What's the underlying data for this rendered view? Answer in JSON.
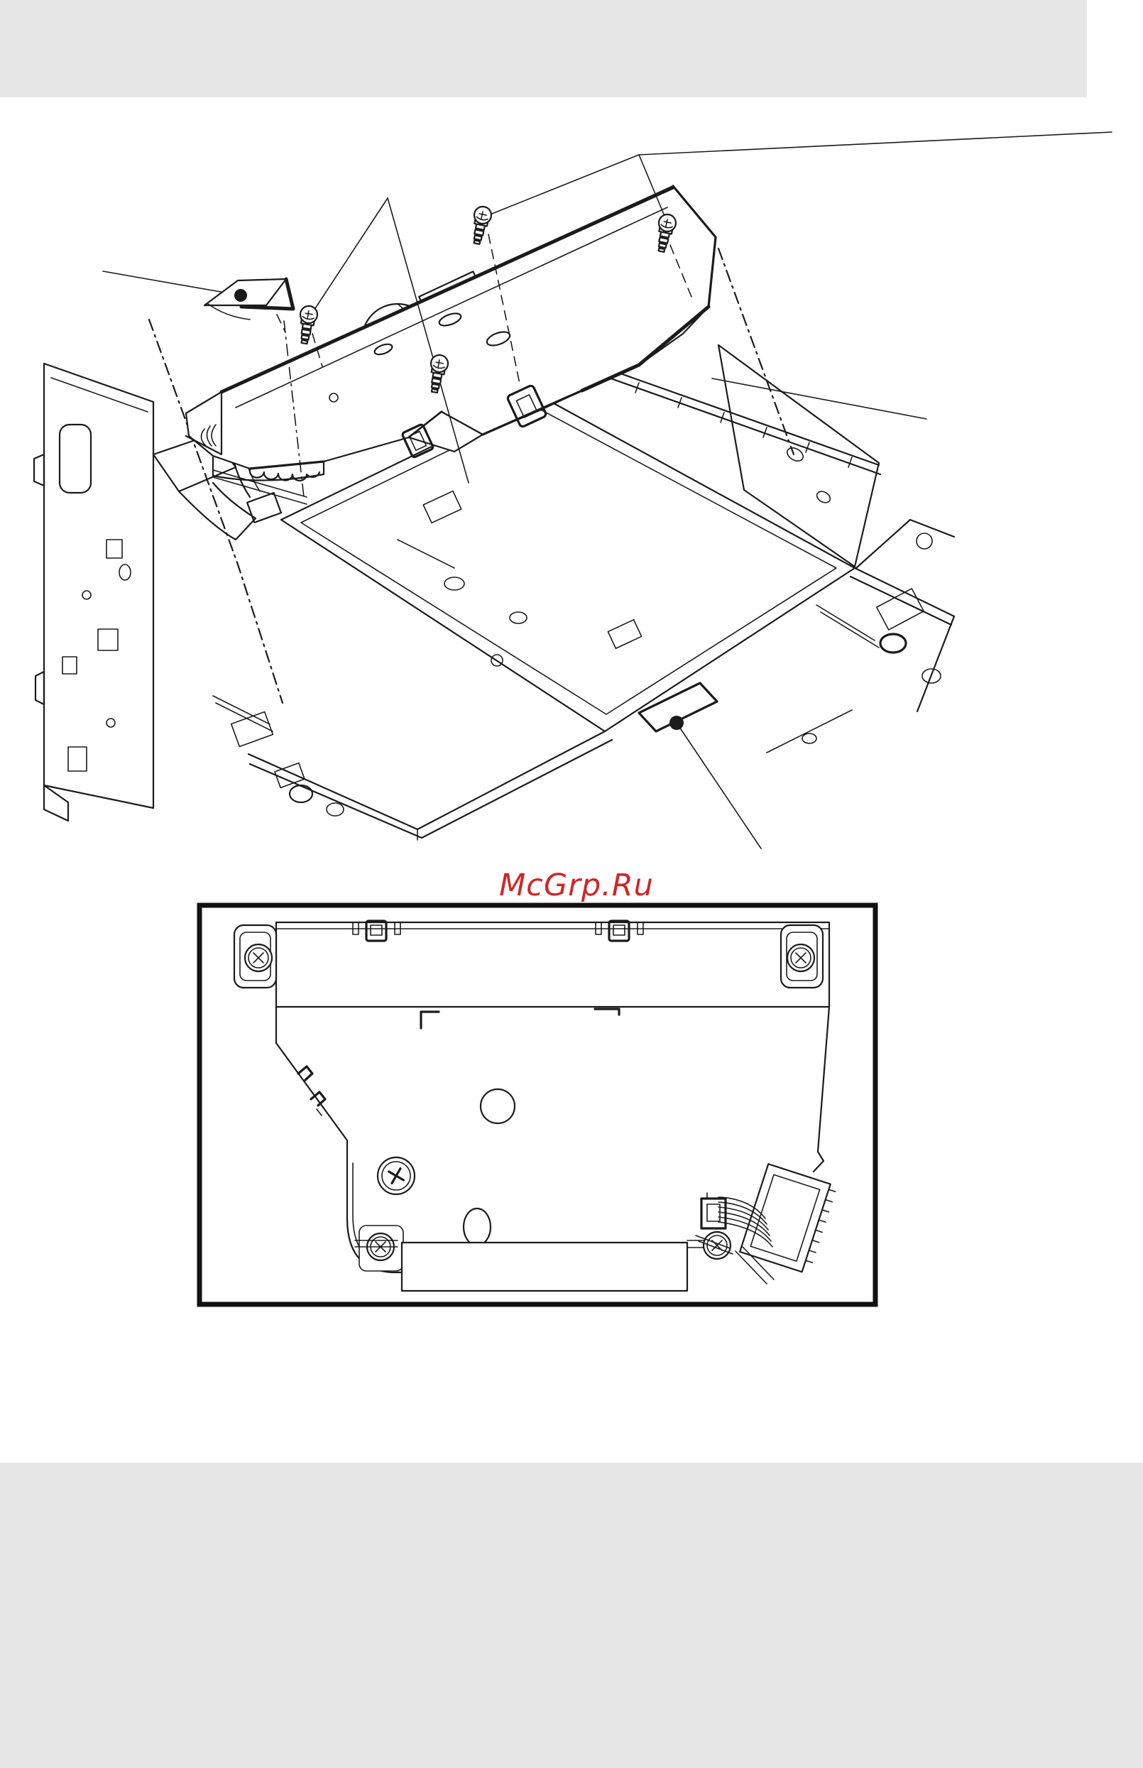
{
  "page": {
    "background": "#ffffff",
    "band_color": "#e6e6e6",
    "line_color": "#1b1b1b"
  },
  "watermark": {
    "text": "McGrp.Ru",
    "color": "#d32425"
  },
  "figures": {
    "exploded_view": {
      "name": "laser-unit-removal-exploded-view",
      "screw_count": 4,
      "callout_dot_count": 2,
      "icons": [
        "screw-icon",
        "flag-callout-icon",
        "callout-dot-icon",
        "leader-line",
        "laser-unit",
        "printer-chassis",
        "fan-icon"
      ]
    },
    "detail_view": {
      "name": "laser-unit-bottom-view",
      "screw_symbol_count": 5,
      "icons": [
        "cross-screw-icon",
        "phillips-screw-icon",
        "connector-wires-icon",
        "mounting-tab-icon",
        "clip-icon"
      ]
    }
  }
}
